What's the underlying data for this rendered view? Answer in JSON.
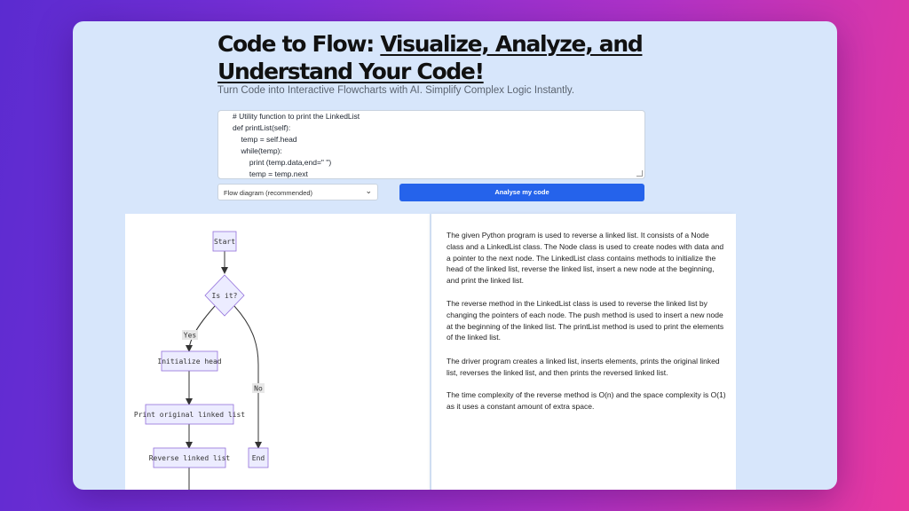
{
  "header": {
    "title_plain": "Code to Flow: ",
    "title_link": "Visualize, Analyze, and Understand Your Code!",
    "subtitle": "Turn Code into Interactive Flowcharts with AI. Simplify Complex Logic Instantly."
  },
  "code_editor": {
    "lines": [
      "# Utility function to print the LinkedList",
      "def printList(self):",
      "    temp = self.head",
      "    while(temp):",
      "        print (temp.data,end=\" \")",
      "        temp = temp.next"
    ]
  },
  "controls": {
    "diagram_type_selected": "Flow diagram (recommended)",
    "analyse_label": "Analyse my code"
  },
  "flowchart": {
    "nodes": {
      "start": "Start",
      "decision": "Is it?",
      "init": "Initialize head",
      "print": "Print original linked list",
      "reverse": "Reverse linked list",
      "end": "End"
    },
    "edges": {
      "yes": "Yes",
      "no": "No"
    }
  },
  "description": {
    "paragraphs": [
      "The given Python program is used to reverse a linked list. It consists of a Node class and a LinkedList class. The Node class is used to create nodes with data and a pointer to the next node. The LinkedList class contains methods to initialize the head of the linked list, reverse the linked list, insert a new node at the beginning, and print the linked list.",
      "The reverse method in the LinkedList class is used to reverse the linked list by changing the pointers of each node. The push method is used to insert a new node at the beginning of the linked list. The printList method is used to print the elements of the linked list.",
      "The driver program creates a linked list, inserts elements, prints the original linked list, reverses the linked list, and then prints the reversed linked list.",
      "The time complexity of the reverse method is O(n) and the space complexity is O(1) as it uses a constant amount of extra space."
    ]
  },
  "colors": {
    "accent": "#2563eb",
    "node_fill": "#ececff",
    "node_stroke": "#9370db"
  }
}
